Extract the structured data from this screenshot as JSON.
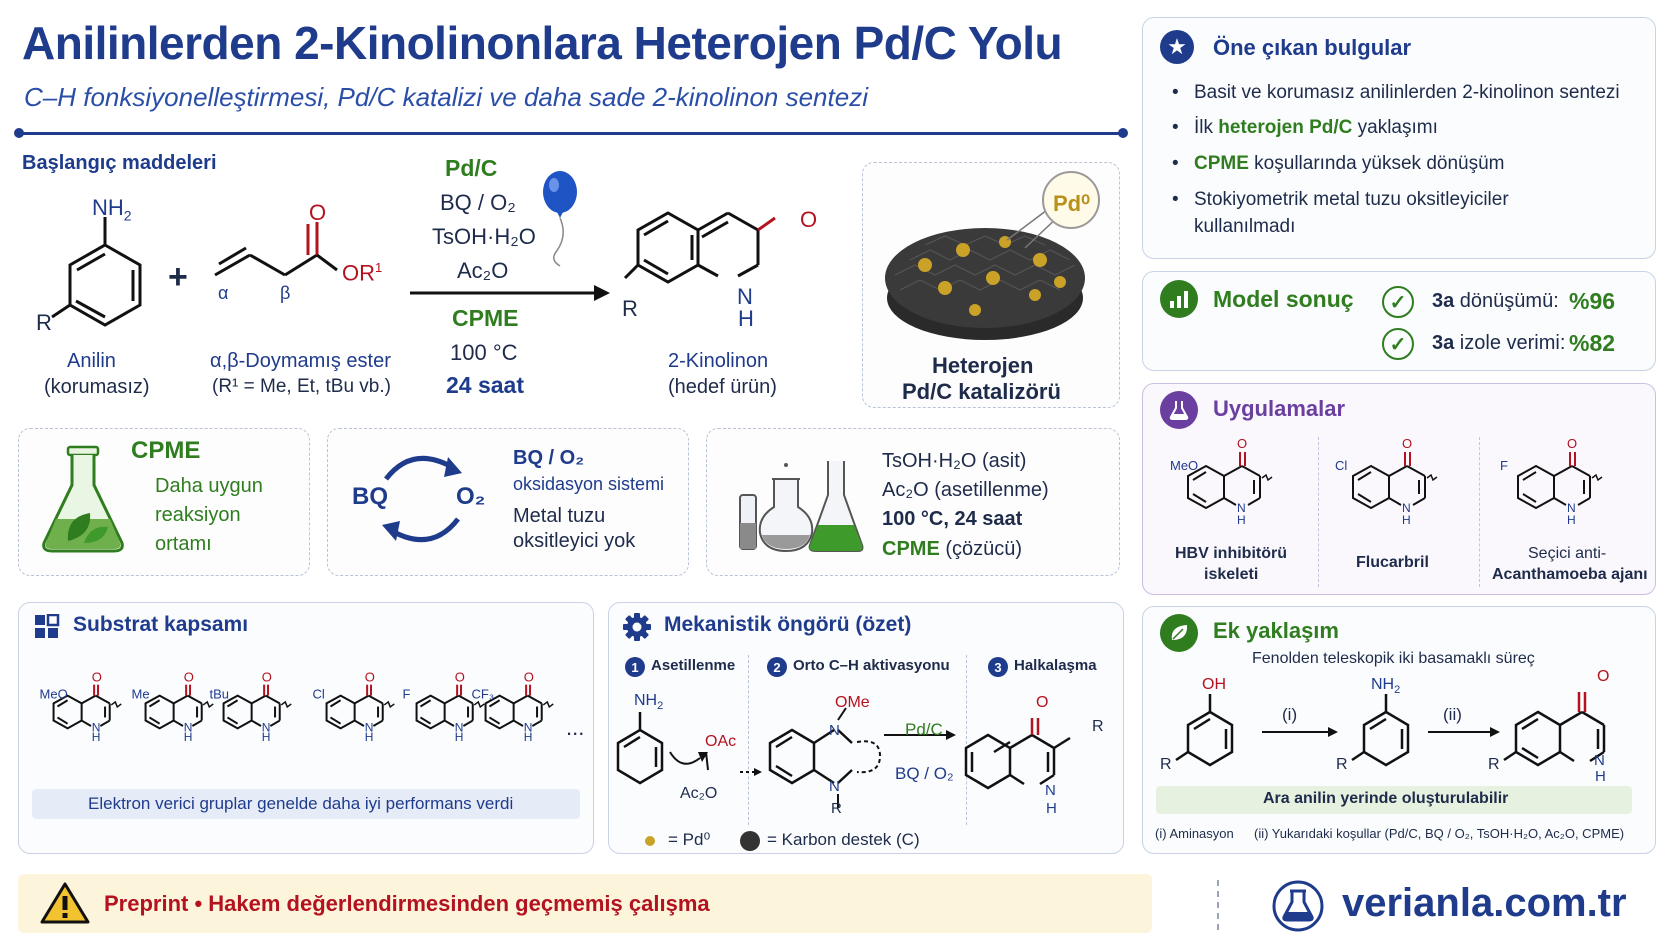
{
  "header": {
    "title": "Anilinlerden 2-Kinolinonlara Heterojen Pd/C Yolu",
    "subtitle": "C–H fonksiyonelleştirmesi, Pd/C katalizi ve daha sade 2-kinolinon sentezi"
  },
  "reaction": {
    "start_label": "Başlangıç maddeleri",
    "aniline_nh2": "NH",
    "aniline_r": "R",
    "ester_o": "O",
    "ester_or": "OR",
    "alpha": "α",
    "beta": "β",
    "aniline_name": "Anilin",
    "aniline_note": "(korumasız)",
    "ester_name": "α,β-Doymamış ester",
    "ester_note": "(R¹ = Me, Et, tBu vb.)",
    "plus": "+",
    "cond_catalyst": "Pd/C",
    "cond_oxidant": "BQ / O₂",
    "cond_acid": "TsOH·H₂O",
    "cond_ac2o": "Ac₂O",
    "cond_solvent": "CPME",
    "cond_temp": "100 °C",
    "cond_time": "24 saat",
    "product_name": "2-Kinolinon",
    "product_note": "(hedef ürün)",
    "product_o": "O",
    "product_n": "N",
    "product_h": "H",
    "product_r": "R",
    "catalyst_badge": "Pd⁰",
    "catalyst_label_1": "Heterojen",
    "catalyst_label_2": "Pd/C katalizörü"
  },
  "features": {
    "cpme_title": "CPME",
    "cpme_text": [
      "Daha uygun",
      "reaksiyon",
      "ortamı"
    ],
    "bq_left": "BQ",
    "bq_right": "O₂",
    "bq_title": "BQ / O₂",
    "bq_title2": "oksidasyon sistemi",
    "bq_text": [
      "Metal tuzu",
      "oksitleyici yok"
    ],
    "cond_lines": [
      "TsOH·H₂O (asit)",
      "Ac₂O (asetillenme)",
      "100 °C, 24 saat"
    ],
    "cond_cpme": "CPME",
    "cond_cpme_rest": " (çözücü)"
  },
  "substrate": {
    "title": "Substrat kapsamı",
    "groups": [
      "MeO",
      "Me",
      "tBu",
      "Cl",
      "F",
      "CF₃"
    ],
    "ellipsis": "...",
    "note": "Elektron verici gruplar genelde daha iyi performans verdi"
  },
  "mechanism": {
    "title": "Mekanistik öngörü (özet)",
    "steps": [
      {
        "num": "1",
        "label": "Asetillenme"
      },
      {
        "num": "2",
        "label": "Orto C–H aktivasyonu"
      },
      {
        "num": "3",
        "label": "Halkalaşma"
      }
    ],
    "nh2": "NH",
    "oac": "OAc",
    "ac2o": "Ac₂O",
    "ome": "OMe",
    "n": "N",
    "r": "R",
    "pdc": "Pd/C",
    "bqo2": "BQ / O₂",
    "o": "O",
    "h": "H",
    "legend_pd": "= Pd⁰",
    "legend_c": "= Karbon destek (C)"
  },
  "highlights": {
    "title": "Öne çıkan bulgular",
    "items": [
      {
        "pre": "Basit ve korumasız anilinlerden 2-kinolinon sentezi",
        "hl": "",
        "post": ""
      },
      {
        "pre": "İlk ",
        "hl": "heterojen Pd/C",
        "post": " yaklaşımı"
      },
      {
        "pre": "",
        "hl": "CPME",
        "post": " koşullarında yüksek dönüşüm"
      },
      {
        "pre": "Stokiyometrik metal tuzu oksitleyiciler",
        "hl": "",
        "post": ""
      }
    ],
    "item4_line2": "kullanılmadı"
  },
  "model": {
    "title": "Model sonuç",
    "conv_label_b": "3a",
    "conv_label": " dönüşümü:",
    "conv_value": "%96",
    "yield_label_b": "3a",
    "yield_label": " izole verimi:",
    "yield_value": "%82"
  },
  "applications": {
    "title": "Uygulamalar",
    "items": [
      {
        "sub": "MeO",
        "name_1": "HBV inhibitörü",
        "name_2": "iskeleti"
      },
      {
        "sub": "Cl",
        "name_1": "Flucarbril",
        "name_2": ""
      },
      {
        "sub": "F",
        "name_1": "Seçici anti-",
        "name_2": "Acanthamoeba ajanı"
      }
    ],
    "o": "O",
    "n": "N",
    "h": "H"
  },
  "extra": {
    "title": "Ek yaklaşım",
    "subtitle": "Fenolden teleskopik iki basamaklı süreç",
    "oh": "OH",
    "nh2": "NH",
    "r": "R",
    "step1": "(i)",
    "step2": "(ii)",
    "o": "O",
    "n": "N",
    "h": "H",
    "banner": "Ara anilin yerinde oluşturulabilir",
    "foot_i": "(i) Aminasyon",
    "foot_ii": "(ii) Yukarıdaki koşullar (Pd/C, BQ / O₂, TsOH·H₂O, Ac₂O, CPME)"
  },
  "footer": {
    "warning": "Preprint • Hakem değerlendirmesinden geçmemiş çalışma",
    "brand": "verianla.com.tr"
  },
  "colors": {
    "navy": "#1f3b8c",
    "green": "#2f7d1f",
    "purple": "#6a3fa0",
    "warning_bg": "#fdf4dc",
    "warning_text": "#b3121f"
  }
}
